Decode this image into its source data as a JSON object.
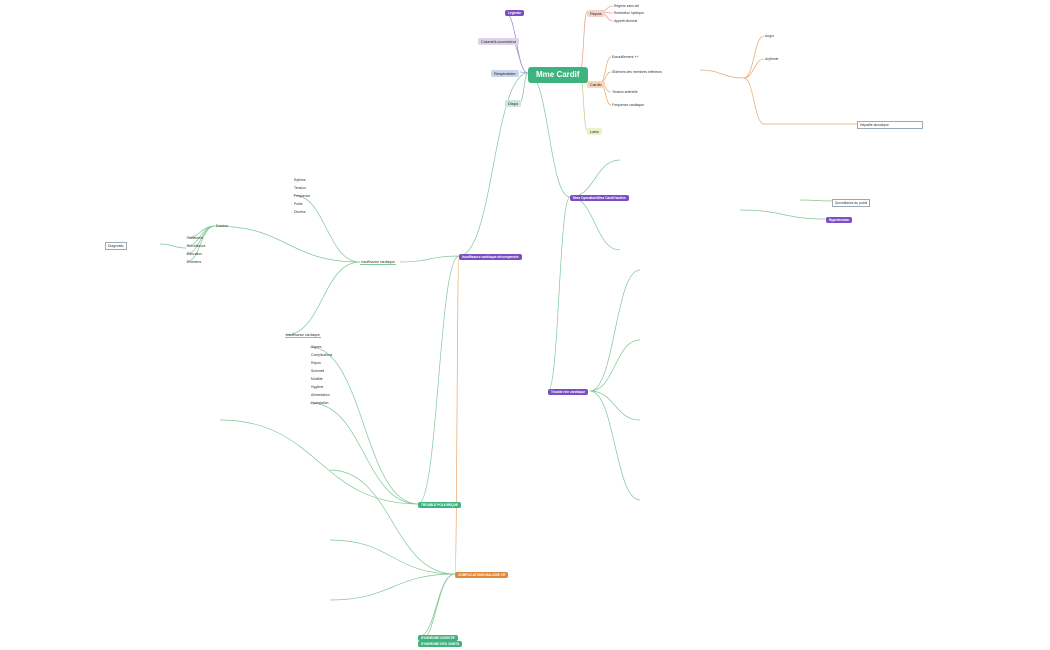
{
  "center": "Mme Cardif",
  "top_tag": "Légende",
  "branches": {
    "repas": "Repas",
    "cardio": "Cardio",
    "labo": "Labo",
    "cutane": "Cutané/Locomoteur",
    "respiratoire": "Respiratoire",
    "dispo": "Dispo"
  },
  "right_hub1": "Mme Operation/Mme Cardif tardive",
  "right_hub2": "Trouble rein cardiaque",
  "left_hub1": "Insuffisance cardiaque décompensée",
  "left_hub2": "Insuffisance cardiaque",
  "left_hub3": "Insuffisance cardiaque",
  "left_hub4": "TROUBLE POLYURIQUE",
  "left_hub5": "COMPLICATIONS MALADIE CR",
  "left_hub6": "SYNDROME DIGESTIF",
  "left_hub7": "SYNDROME DES JOINTS",
  "purple_tag": "Hypertension",
  "note_box1": "Hépatite alcoolique",
  "note_box2": "Surveillance du poids",
  "note_box3": "Diagnostic",
  "cardio_leaves": [
    "Essoufflement ++",
    "Œdèmes des membres inférieurs",
    "Tension artérielle",
    "Fréquence cardiaque",
    "Angor",
    "Arythmie"
  ],
  "repas_leaves": [
    "Régime sans sel",
    "Restriction hydrique",
    "Appétit diminué"
  ],
  "misc_leaves": [
    "Rythme",
    "Tension",
    "Fréquence",
    "Poids",
    "Diurèse",
    "Douleur",
    "Traitement",
    "Surveillance",
    "Éducation",
    "Examens",
    "Signes",
    "Complications",
    "Repos",
    "Sommeil",
    "Mobilité",
    "Hygiène",
    "Alimentation",
    "Hydratation"
  ]
}
